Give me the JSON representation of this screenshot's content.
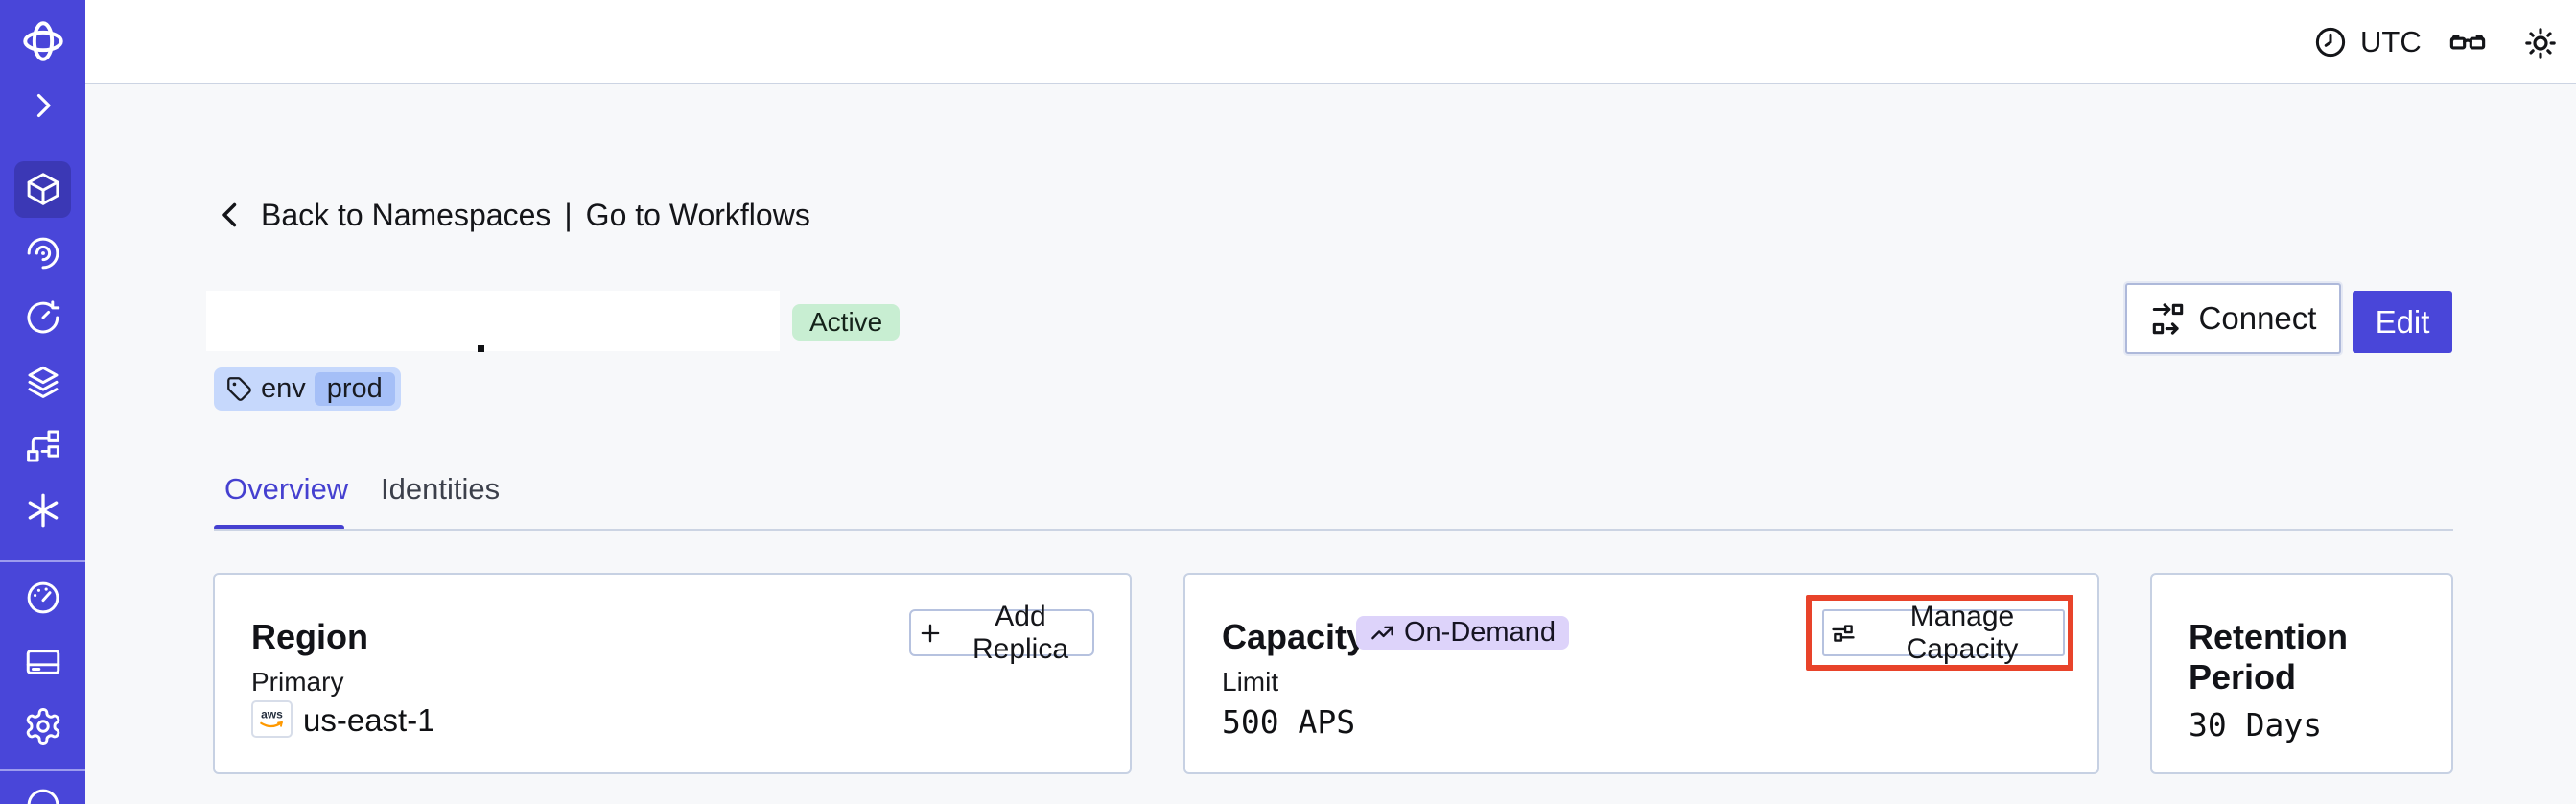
{
  "topbar": {
    "timezone_label": "UTC",
    "icons": [
      "clock-icon",
      "glasses-icon",
      "sun-icon"
    ],
    "avatar": "user-avatar"
  },
  "breadcrumb": {
    "back_label": "Back to Namespaces",
    "separator": "|",
    "workflows_label": "Go to Workflows"
  },
  "namespace_header": {
    "status_badge": "Active",
    "tag": {
      "key": "env",
      "value": "prod"
    },
    "actions": {
      "connect": "Connect",
      "edit": "Edit"
    }
  },
  "tabs": {
    "items": [
      {
        "label": "Overview",
        "active": true
      },
      {
        "label": "Identities",
        "active": false
      }
    ]
  },
  "cards": {
    "region": {
      "title": "Region",
      "action_label": "Add Replica",
      "field_label": "Primary",
      "provider": "aws",
      "value": "us-east-1"
    },
    "capacity": {
      "title": "Capacity",
      "badge": "On-Demand",
      "action_label": "Manage Capacity",
      "field_label": "Limit",
      "value": "500 APS",
      "highlighted": true
    },
    "retention": {
      "title": "Retention Period",
      "value": "30 Days"
    }
  },
  "sidebar": {
    "active_item": "namespaces",
    "icons": [
      "temporal-logo",
      "expand-chevron",
      "namespaces",
      "workflows",
      "schedules",
      "deployments",
      "pipelines",
      "batch-operations",
      "usage",
      "billing",
      "settings",
      "help"
    ]
  },
  "colors": {
    "accent_indigo": "#4946d9",
    "active_tab": "#4540d0",
    "status_green_bg": "#c8eed2",
    "tag_bg": "#c6d8fc",
    "tag_inner_bg": "#a5bff7",
    "on_demand_bg": "#ddd3fa",
    "highlight_red": "#e8432a",
    "aws_orange": "#ff9900"
  }
}
